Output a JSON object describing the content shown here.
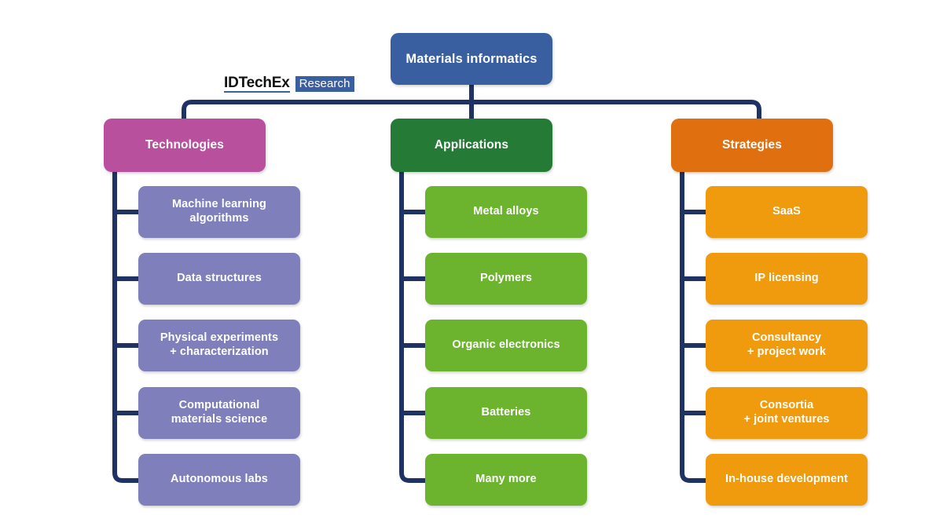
{
  "diagram": {
    "type": "organizational-tree",
    "background": "#ffffff",
    "connector_color": "#1F3264",
    "logo": {
      "word": "IDTechEx",
      "tag": "Research",
      "word_color": "#111111",
      "tag_bg": "#3a5fa0",
      "tag_color": "#ffffff"
    },
    "root": {
      "label": "Materials informatics",
      "color": "#3A5FA0"
    },
    "branches": [
      {
        "label": "Technologies",
        "color": "#B8509D",
        "child_color": "#7F7FBC",
        "children": [
          "Machine learning\nalgorithms",
          "Data structures",
          "Physical experiments\n+ characterization",
          "Computational\nmaterials science",
          "Autonomous labs"
        ]
      },
      {
        "label": "Applications",
        "color": "#257A36",
        "child_color": "#6CB42E",
        "children": [
          "Metal alloys",
          "Polymers",
          "Organic electronics",
          "Batteries",
          "Many more"
        ]
      },
      {
        "label": "Strategies",
        "color": "#E0700F",
        "child_color": "#F09A0E",
        "children": [
          "SaaS",
          "IP licensing",
          "Consultancy\n+ project work",
          "Consortia\n+ joint ventures",
          "In-house development"
        ]
      }
    ]
  }
}
